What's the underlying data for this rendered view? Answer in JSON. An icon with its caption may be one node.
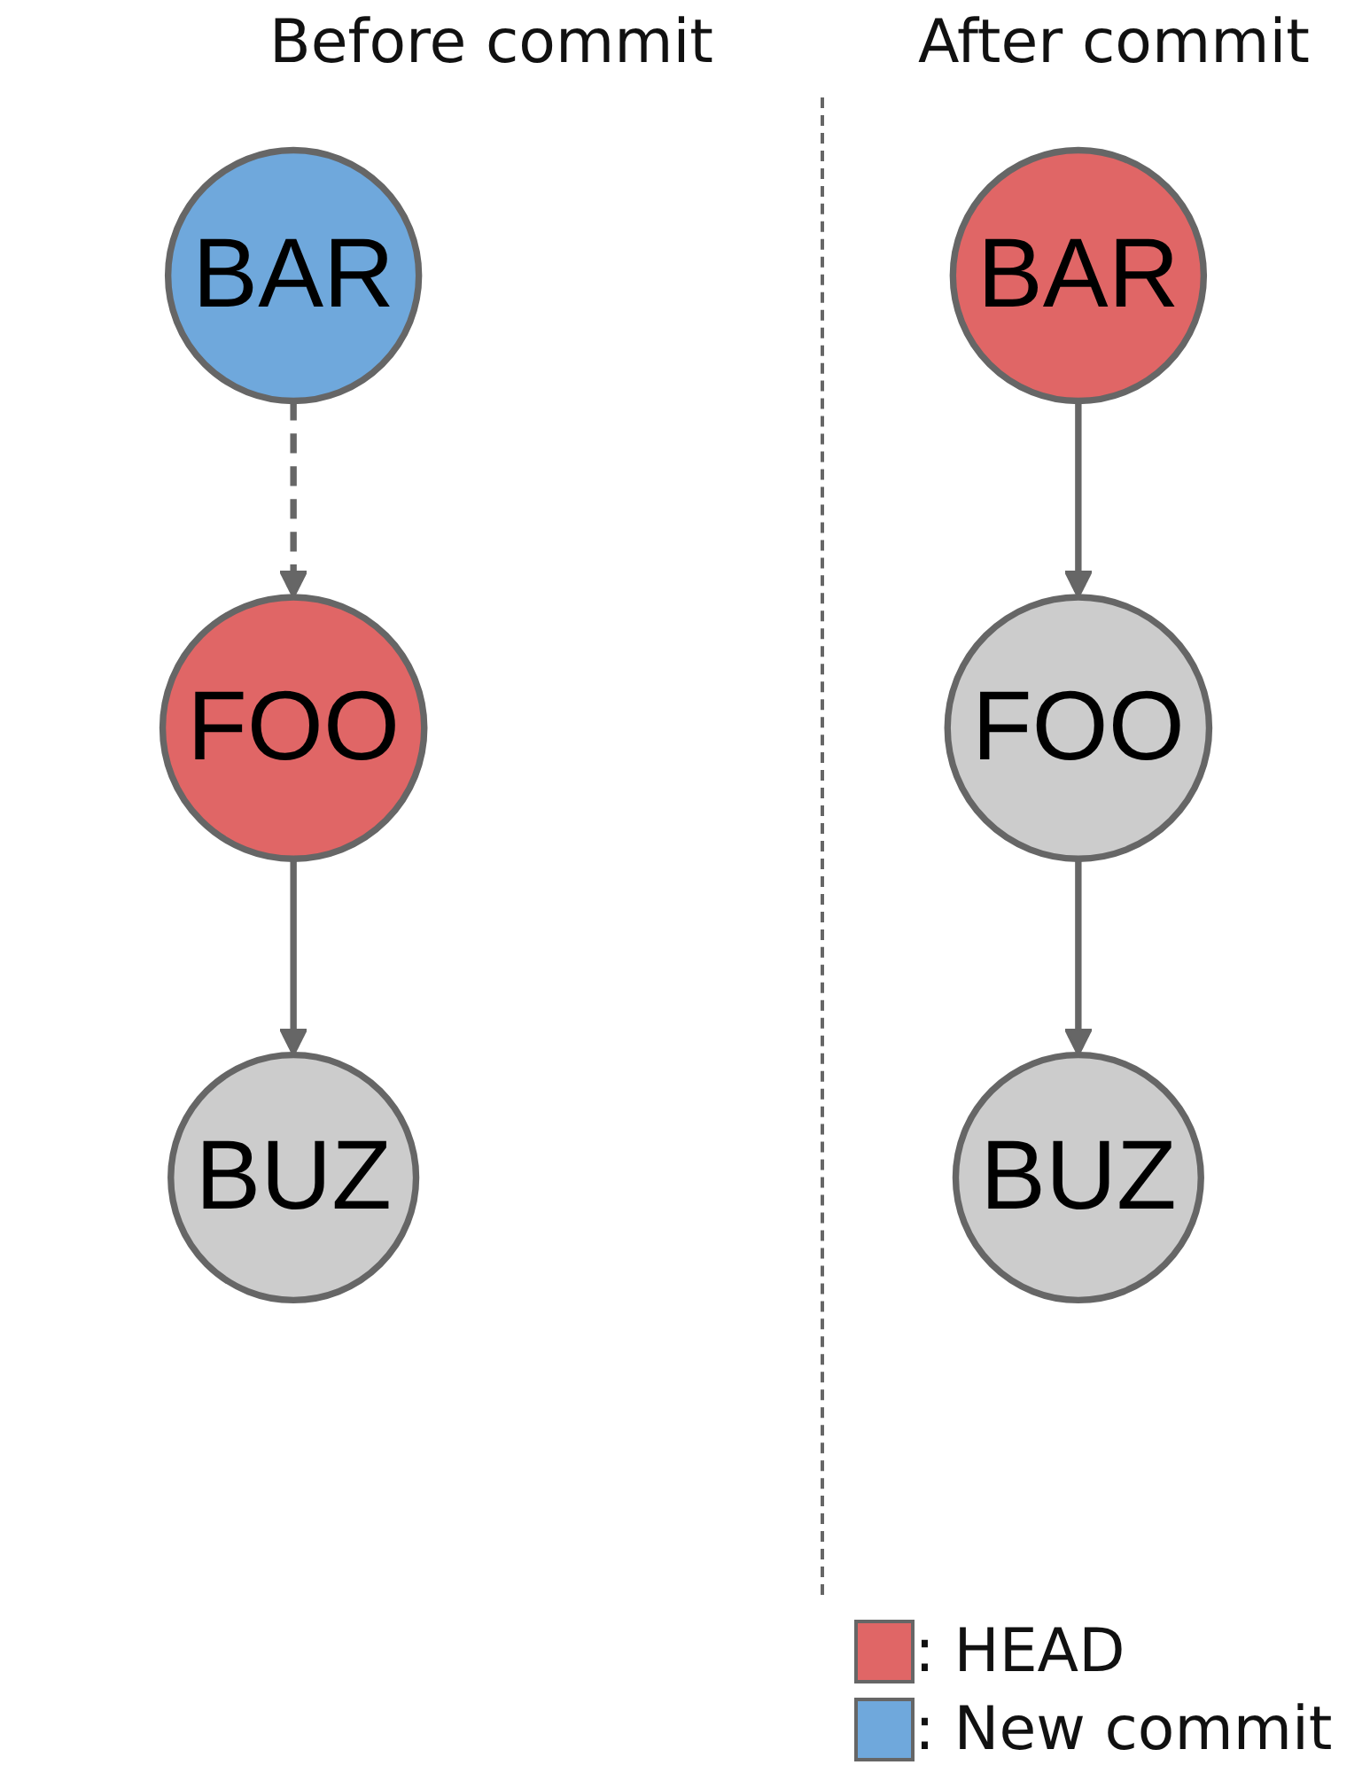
{
  "diagram": {
    "nodes": [
      {
        "text": [
          "BAR"
        ]
      },
      {
        "text": [
          "FOO"
        ]
      },
      {
        "text": [
          "BUZ"
        ]
      },
      {
        "text": [
          "BAR"
        ]
      },
      {
        "text": [
          "FOO"
        ]
      },
      {
        "text": [
          "BUZ"
        ]
      }
    ],
    "edges": [
      {
        "from": 0,
        "to": 1,
        "arrow": "to",
        "style": "dashed"
      },
      {
        "from": 1,
        "to": 2,
        "arrow": "to"
      },
      {
        "from": 3,
        "to": 4,
        "arrow": "to"
      },
      {
        "from": 4,
        "to": 5,
        "arrow": "to"
      }
    ],
    "labels": [
      "Before commit",
      "After commit"
    ],
    "legend": [
      {
        "text": ": HEAD",
        "color": "#e06666"
      },
      {
        "text": ": New commit",
        "color": "#6fa8dc"
      }
    ]
  }
}
